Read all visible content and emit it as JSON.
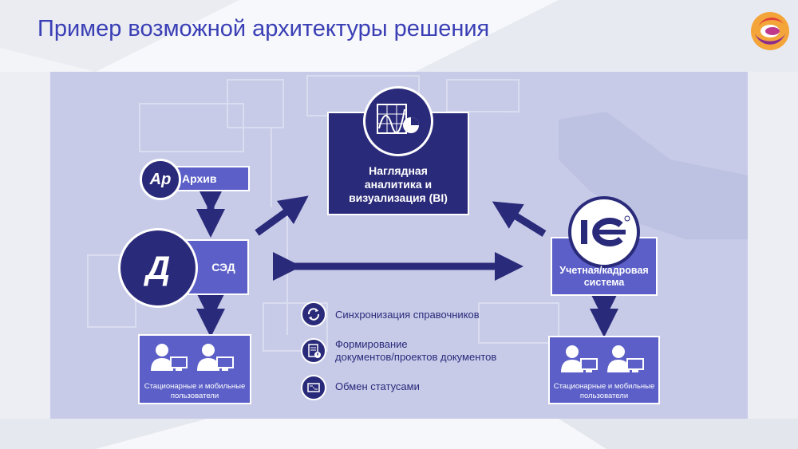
{
  "slide": {
    "title": "Пример возможной архитектуры решения"
  },
  "nodes": {
    "bi": {
      "label_line1": "Наглядная",
      "label_line2": "аналитика и",
      "label_line3": "визуализация (BI)"
    },
    "archive": {
      "icon_text": "Ар",
      "label": "Архив"
    },
    "sed": {
      "icon_text": "Д",
      "label": "СЭД"
    },
    "onec": {
      "icon_text": "1С",
      "label_line1": "Учетная/кадровая",
      "label_line2": "система"
    },
    "users_left": {
      "label_line1": "Стационарные и мобильные",
      "label_line2": "пользователи"
    },
    "users_right": {
      "label_line1": "Стационарные и мобильные",
      "label_line2": "пользователи"
    }
  },
  "legend": [
    {
      "icon": "sync-icon",
      "text_line1": "Синхронизация справочников",
      "text_line2": ""
    },
    {
      "icon": "document-icon",
      "text_line1": "Формирование",
      "text_line2": "документов/проектов документов"
    },
    {
      "icon": "status-exchange-icon",
      "text_line1": "Обмен статусами",
      "text_line2": ""
    }
  ],
  "colors": {
    "title": "#3a3fb5",
    "dark_navy": "#2a2a7a",
    "box_blue": "#5b5fc7",
    "panel": "#c7cbe8"
  }
}
